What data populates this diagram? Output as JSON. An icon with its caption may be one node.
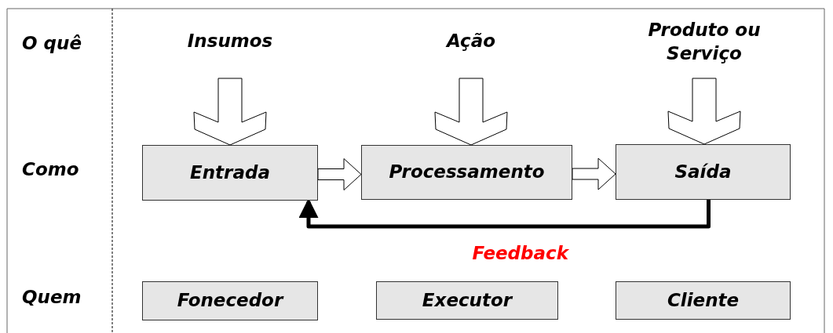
{
  "diagram": {
    "nodes": [
      {
        "text": [
          "Insumos"
        ]
      },
      {
        "text": [
          "Ação"
        ]
      },
      {
        "text": [
          "Produto ou Serviço"
        ]
      },
      {
        "text": [
          "Entrada"
        ]
      },
      {
        "text": [
          "Processamento"
        ]
      },
      {
        "text": [
          "Saída"
        ]
      },
      {
        "text": [
          "Fonecedor"
        ]
      },
      {
        "text": [
          "Executor"
        ]
      },
      {
        "text": [
          "Cliente"
        ]
      }
    ],
    "edges": [
      {
        "from": 0,
        "to": 3,
        "arrow": "to"
      },
      {
        "from": 1,
        "to": 4,
        "arrow": "to"
      },
      {
        "from": 2,
        "to": 5,
        "arrow": "to"
      },
      {
        "from": 3,
        "to": 4,
        "arrow": "to"
      },
      {
        "from": 4,
        "to": 5,
        "arrow": "to"
      },
      {
        "from": 5,
        "to": 3,
        "arrow": "to",
        "label": "Feedback"
      }
    ],
    "labels": [
      "O quê",
      "Como",
      "Quem"
    ]
  }
}
